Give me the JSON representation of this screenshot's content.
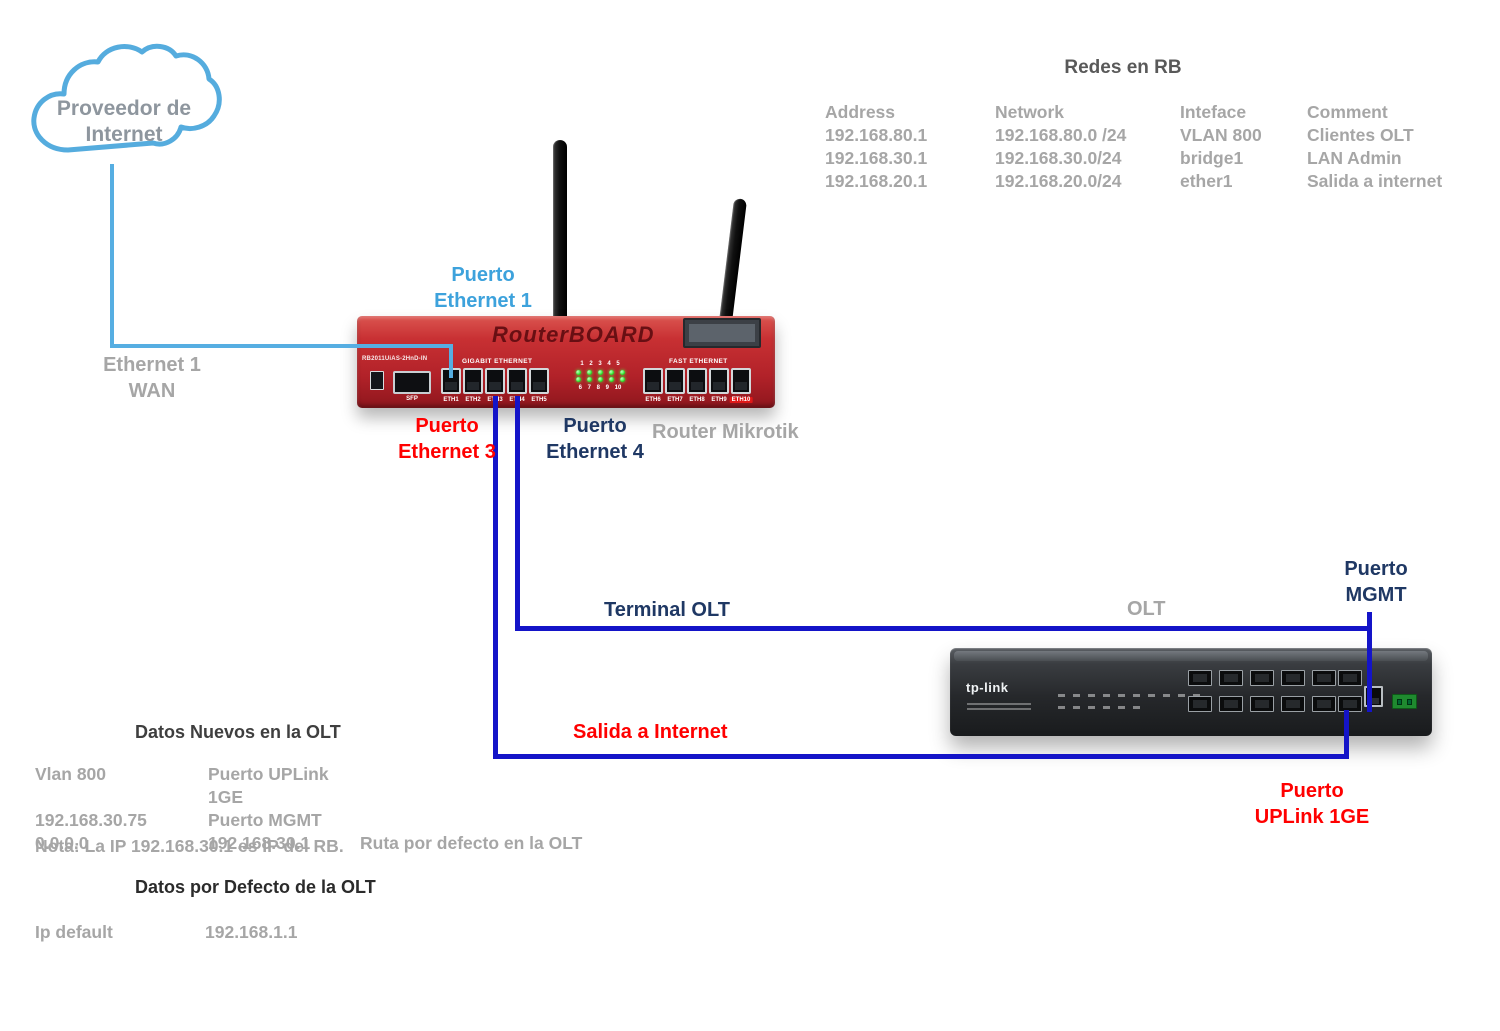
{
  "cloud": {
    "label": "Proveedor de\nInternet"
  },
  "connections": {
    "wan": "Ethernet 1\nWAN",
    "terminal_olt": "Terminal OLT",
    "salida_internet": "Salida a Internet"
  },
  "router": {
    "name": "Router Mikrotik",
    "callout_eth1": "Puerto\nEthernet 1",
    "callout_eth3": "Puerto\nEthernet 3",
    "callout_eth4": "Puerto\nEthernet 4",
    "brand": "RouterBOARD",
    "model": "RB2011UiAS-2HnD-IN",
    "section_gigabit": "GIGABIT ETHERNET",
    "section_fast": "FAST ETHERNET",
    "sfp_label": "SFP",
    "gigabit_ports": [
      "ETH1",
      "ETH2",
      "ETH3",
      "ETH4",
      "ETH5"
    ],
    "fast_ports": [
      "ETH6",
      "ETH7",
      "ETH8",
      "ETH9",
      "ETH10"
    ],
    "led_numbers_top": "1 2 3 4 5",
    "led_numbers_bottom": "6 7 8 9 10"
  },
  "olt": {
    "name": "OLT",
    "brand": "tp-link",
    "callout_mgmt": "Puerto\nMGMT",
    "callout_uplink": "Puerto\nUPLink 1GE"
  },
  "redes_table": {
    "title": "Redes en RB",
    "headers": [
      "Address",
      "Network",
      "Inteface",
      "Comment"
    ],
    "rows": [
      [
        "192.168.80.1",
        "192.168.80.0 /24",
        "VLAN 800",
        "Clientes OLT"
      ],
      [
        "192.168.30.1",
        "192.168.30.0/24",
        "bridge1",
        "LAN Admin"
      ],
      [
        "192.168.20.1",
        "192.168.20.0/24",
        "ether1",
        "Salida a internet"
      ]
    ]
  },
  "datos_nuevos": {
    "title": "Datos Nuevos en la OLT",
    "rows": [
      [
        "Vlan 800",
        "Puerto UPLink 1GE",
        ""
      ],
      [
        "192.168.30.75",
        "Puerto MGMT",
        ""
      ],
      [
        "0.0.0.0",
        "192.168.30.1",
        "Ruta  por defecto en la OLT"
      ]
    ],
    "nota": "Nota: La IP 192.168.30.1 es IP del RB."
  },
  "datos_defecto": {
    "title": "Datos por Defecto de la OLT",
    "row": [
      "Ip default",
      "192.168.1.1"
    ]
  },
  "colors": {
    "light-blue": "#3DA2DC",
    "navy": "#1F3864",
    "red": "#FF0000",
    "gray-text": "#A6A6A6",
    "line-blue": "#1414C8",
    "line-light-blue": "#56AEE2",
    "router-red": "#C0272D"
  }
}
